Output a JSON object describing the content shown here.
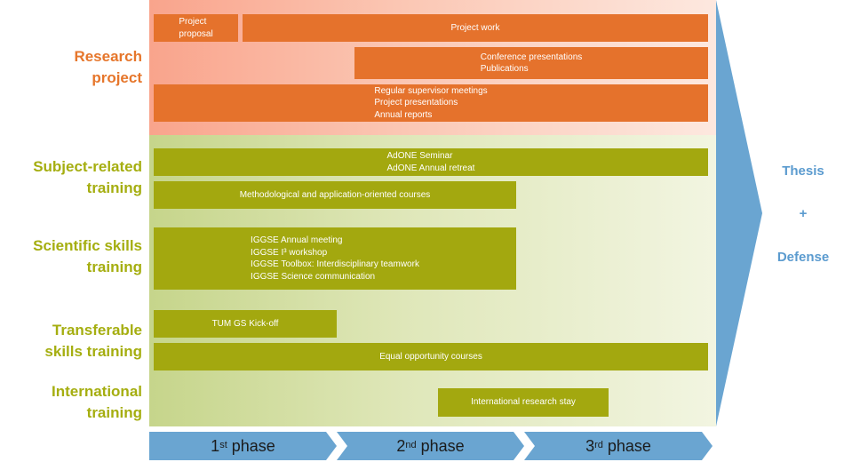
{
  "categories": {
    "research_project": "Research\nproject",
    "subject_related": "Subject-related\ntraining",
    "scientific_skills": "Scientific skills\ntraining",
    "transferable_skills": "Transferable\nskills training",
    "international": "International\ntraining"
  },
  "bars": {
    "project_proposal": "Project\nproposal",
    "project_work": "Project work",
    "conference": "Conference presentations\nPublications",
    "supervisor": "Regular supervisor meetings\nProject presentations\nAnnual reports",
    "adone": "AdONE Seminar\nAdONE Annual retreat",
    "methodological": "Methodological and application-oriented courses",
    "iggse": "IGGSE Annual meeting\nIGGSE I³ workshop\nIGGSE Toolbox: Interdisciplinary teamwork\nIGGSE Science communication",
    "tum_kickoff": "TUM GS Kick-off",
    "equal_opportunity": "Equal opportunity courses",
    "international_stay": "International research stay"
  },
  "phases": [
    {
      "num": "1",
      "sup": "st",
      "word": "phase"
    },
    {
      "num": "2",
      "sup": "nd",
      "word": "phase"
    },
    {
      "num": "3",
      "sup": "rd",
      "word": "phase"
    }
  ],
  "outcome": {
    "thesis": "Thesis",
    "plus": "+",
    "defense": "Defense"
  },
  "colors": {
    "orange": "#e5722c",
    "olive": "#a3a80f",
    "blue": "#6aa5d1",
    "label_orange": "#e6762b",
    "label_green": "#a5ae10"
  }
}
